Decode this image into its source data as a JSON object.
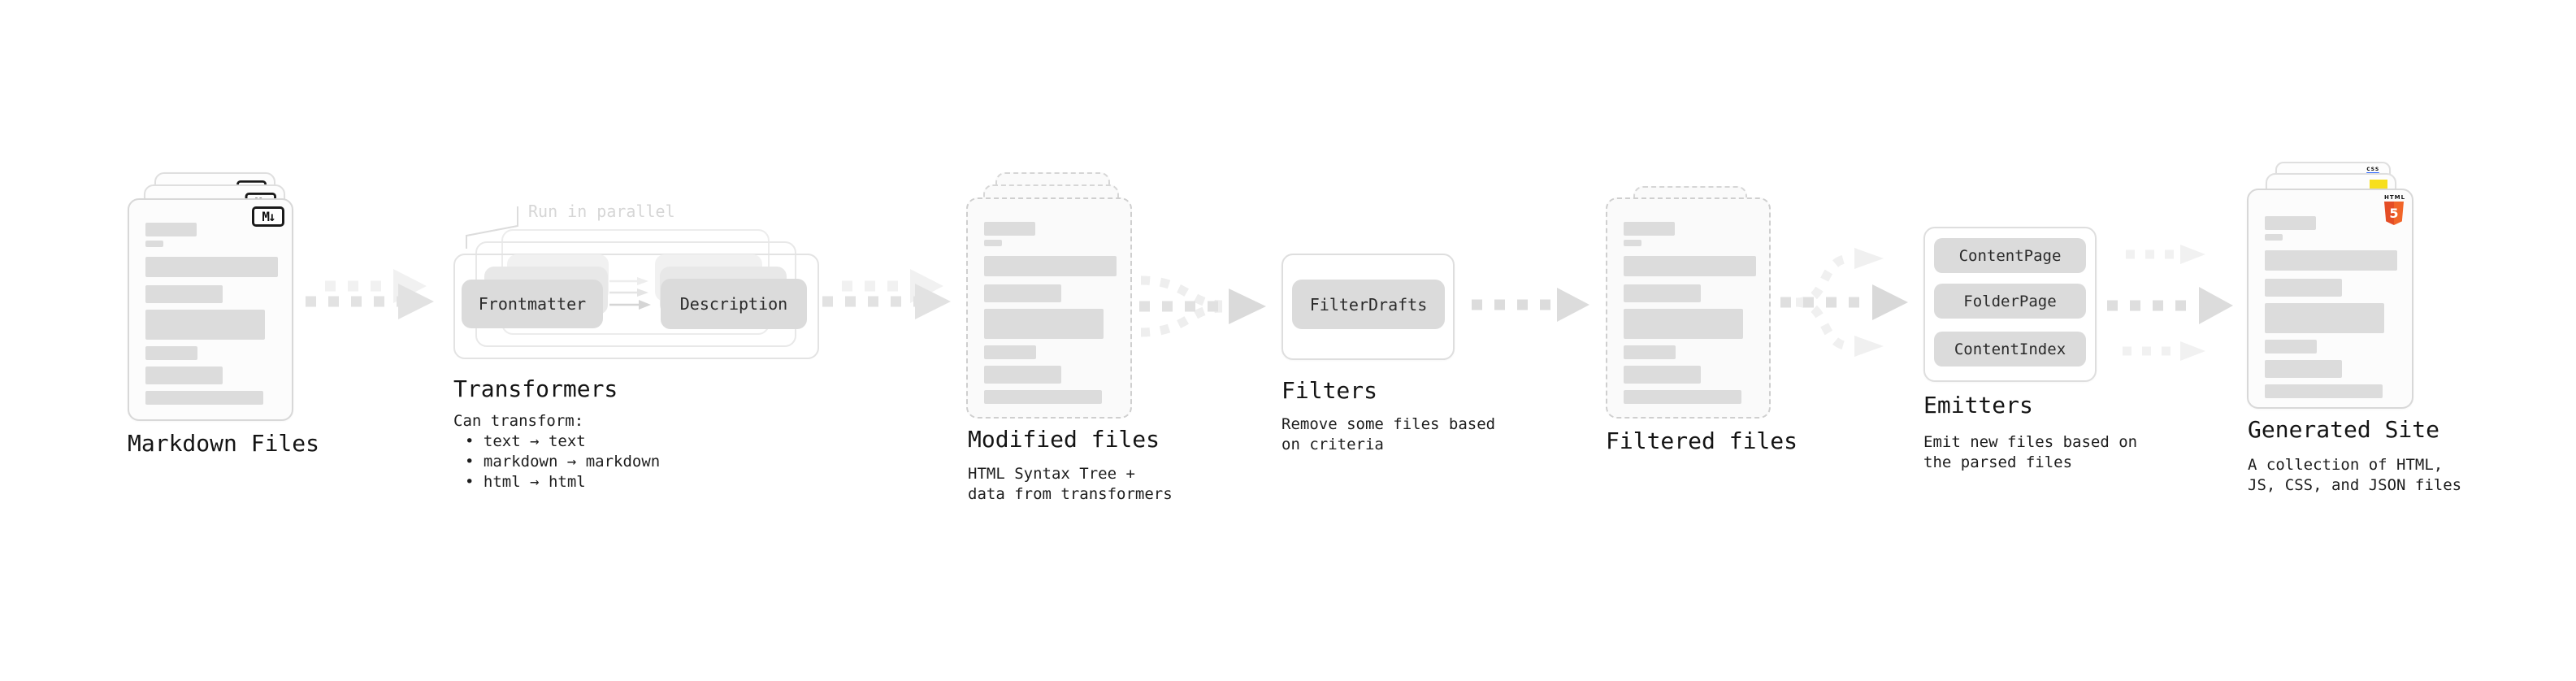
{
  "stages": {
    "markdown": {
      "label": "Markdown Files",
      "badge": "M↓"
    },
    "transformers": {
      "title": "Transformers",
      "annotation": "Run in parallel",
      "pills": [
        "Frontmatter",
        "Description"
      ],
      "heading": "Can transform:",
      "bullets": [
        "text → text",
        "markdown → markdown",
        "html → html"
      ]
    },
    "modified": {
      "label": "Modified files",
      "sublines": [
        "HTML Syntax Tree +",
        "data from transformers"
      ]
    },
    "filters": {
      "title": "Filters",
      "pill": "FilterDrafts",
      "sublines": [
        "Remove some files based",
        "on criteria"
      ]
    },
    "filtered": {
      "label": "Filtered files"
    },
    "emitters": {
      "title": "Emitters",
      "pills": [
        "ContentPage",
        "FolderPage",
        "ContentIndex"
      ],
      "sublines": [
        "Emit new files based on",
        "the parsed files"
      ]
    },
    "generated": {
      "label": "Generated Site",
      "sublines": [
        "A collection of HTML,",
        "JS, CSS, and JSON files"
      ],
      "badges": {
        "css_word": "css",
        "html_word": "HTML",
        "html_number": "5"
      }
    }
  },
  "icons": {
    "markdown_badge": "markdown-icon (M↓ boxed glyph)",
    "js_badge": "javascript-icon (yellow square)",
    "css_badge": "css3-icon (css word over blue bar)",
    "html_badge": "html5-icon (orange shield with 5)",
    "arrows": "dashed-flow-arrow-icons"
  },
  "colors": {
    "background": "#ffffff",
    "card_bg": "#fcfcfc",
    "card_border": "#d8d8d8",
    "dashed_border": "#cfcfcf",
    "skeleton_bar": "#dcdcdc",
    "pill_bg": "#dbdbdb",
    "arrow_dark": "#e2e2e2",
    "arrow_light": "#f1f1f1",
    "annotation_gray": "#d6d6d6",
    "text": "#161616",
    "js_yellow": "#f7df1e",
    "css_blue": "#2962ff",
    "html_orange": "#e44d26"
  },
  "doc_bars": [
    [
      63,
      17,
      0
    ],
    [
      22,
      8,
      5
    ],
    [
      163,
      25,
      12
    ],
    [
      95,
      22,
      10
    ],
    [
      147,
      37,
      8
    ],
    [
      64,
      17,
      8
    ],
    [
      95,
      22,
      8
    ],
    [
      145,
      17,
      8
    ]
  ]
}
